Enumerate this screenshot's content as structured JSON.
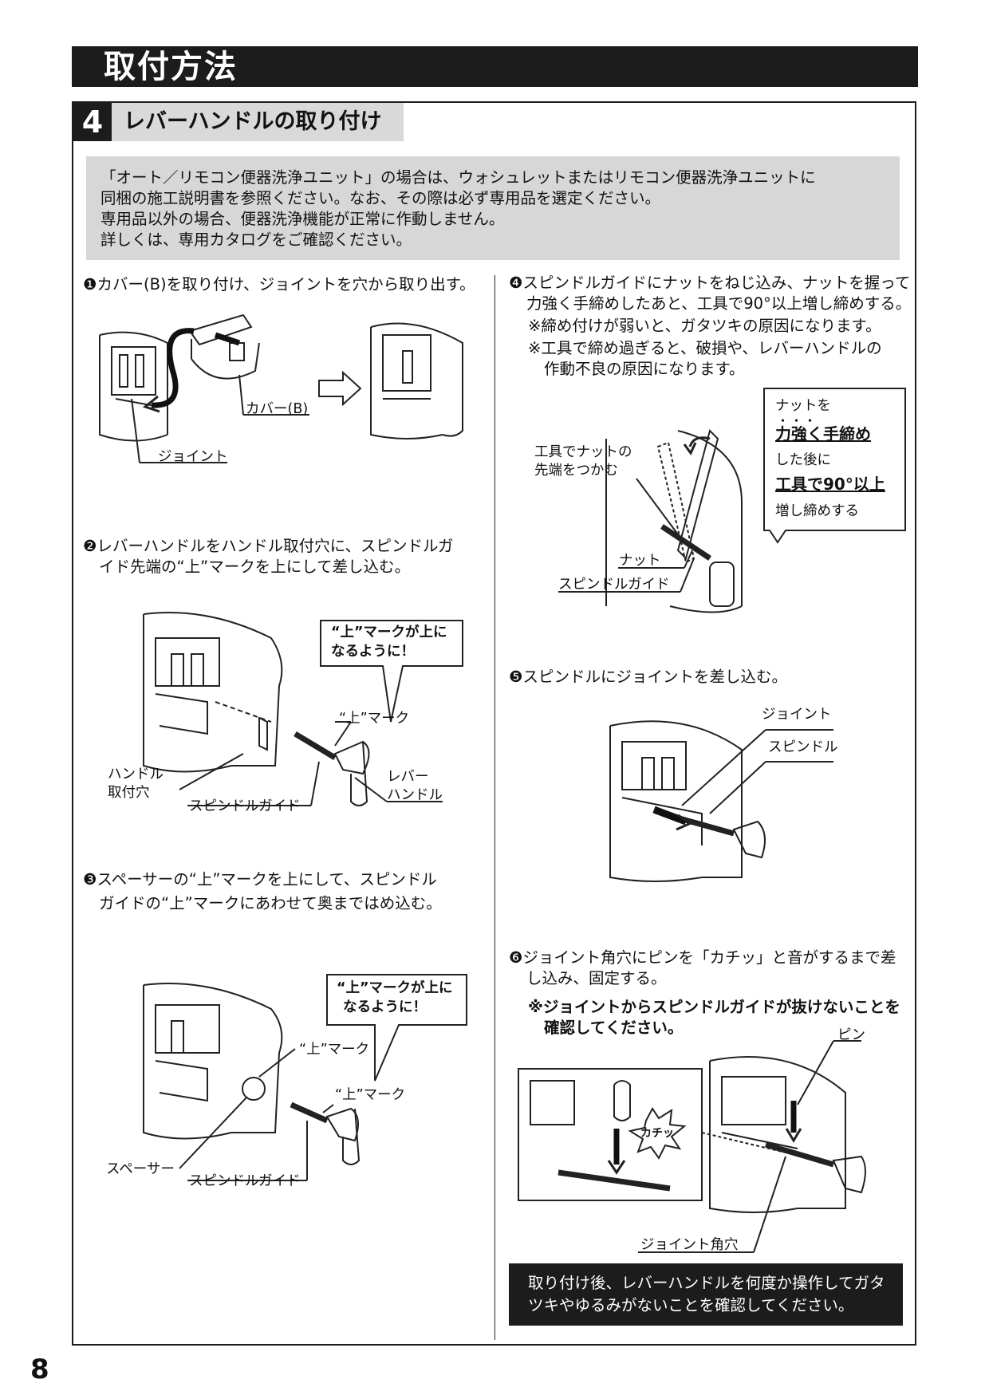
{
  "header": {
    "title": "取付方法"
  },
  "section": {
    "number": "4",
    "title": "レバーハンドルの取り付け"
  },
  "notice": {
    "lines": [
      "「オート／リモコン便器洗浄ユニット」の場合は、ウォシュレットまたはリモコン便器洗浄ユニットに",
      "同梱の施工説明書を参照ください。なお、その際は必ず専用品を選定ください。",
      "専用品以外の場合、便器洗浄機能が正常に作動しません。",
      "詳しくは、専用カタログをご確認ください。"
    ]
  },
  "steps": {
    "s1": {
      "text": "❶カバー(B)を取り付け、ジョイントを穴から取り出す。",
      "labels": {
        "cover": "カバー(B)",
        "joint": "ジョイント"
      }
    },
    "s2": {
      "lines": [
        "❷レバーハンドルをハンドル取付穴に、スピンドルガ",
        "イド先端の“上”マークを上にして差し込む。"
      ],
      "callout": [
        "“上”マークが上に",
        "なるように！"
      ],
      "labels": {
        "mark": "“上”マーク",
        "hole1": "ハンドル",
        "hole2": "取付穴",
        "guide": "スピンドルガイド",
        "lever1": "レバー",
        "lever2": "ハンドル"
      }
    },
    "s3": {
      "lines": [
        "❸スペーサーの“上”マークを上にして、スピンドル",
        "ガイドの“上”マークにあわせて奥まではめ込む。"
      ],
      "callout": [
        "“上”マークが上に",
        "なるように！"
      ],
      "labels": {
        "mark1": "“上”マーク",
        "mark2": "“上”マーク",
        "spacer": "スペーサー",
        "guide": "スピンドルガイド"
      }
    },
    "s4": {
      "lines": [
        "❹スピンドルガイドにナットをねじ込み、ナットを握って",
        "力強く手締めしたあと、工具で90°以上増し締めする。"
      ],
      "notes": [
        "※締め付けが弱いと、ガタツキの原因になります。",
        "※工具で締め過ぎると、破損や、レバーハンドルの",
        "作動不良の原因になります。"
      ],
      "callout": [
        "ナットを",
        "力強く手締め",
        "した後に",
        "工具で90°以上",
        "増し締めする"
      ],
      "emphasis_dots": "・・・",
      "labels": {
        "tool1": "工具でナットの",
        "tool2": "先端をつかむ",
        "nut": "ナット",
        "guide": "スピンドルガイド"
      }
    },
    "s5": {
      "text": "❺スピンドルにジョイントを差し込む。",
      "labels": {
        "joint": "ジョイント",
        "spindle": "スピンドル"
      }
    },
    "s6": {
      "lines": [
        "❻ジョイント角穴にピンを「カチッ」と音がするまで差",
        "し込み、固定する。"
      ],
      "notes": [
        "※ジョイントからスピンドルガイドが抜けないことを",
        "確認してください。"
      ],
      "labels": {
        "pin": "ピン",
        "click": "カチッ",
        "hole": "ジョイント角穴"
      }
    }
  },
  "final_note": [
    "取り付け後、レバーハンドルを何度か操作してガタ",
    "ツキやゆるみがないことを確認してください。"
  ],
  "page_number": "8"
}
